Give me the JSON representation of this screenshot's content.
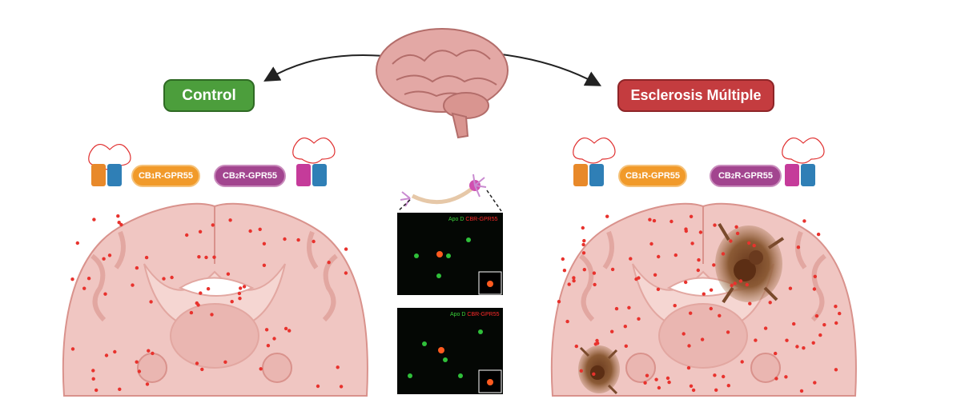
{
  "conditions": {
    "left": "Control",
    "right": "Esclerosis Múltiple"
  },
  "receptors": {
    "cb1_prefix": "CB",
    "cb1_sub": "1",
    "cb1_suffix": "R-GPR55",
    "cb2_prefix": "CB",
    "cb2_sub": "2",
    "cb2_suffix": "R-GPR55"
  },
  "micrographs": {
    "top_label_a": "Apo D",
    "top_label_b": "CB",
    "top_label_c": "R-GPR55",
    "bottom_label_a": "Apo D",
    "bottom_label_b": "CB",
    "bottom_label_c": "R-GPR55"
  },
  "colors": {
    "control": "#4c9e3c",
    "disease": "#c43c3f",
    "cb1": "#f19a2a",
    "cb2": "#a2458f",
    "tissue": "#f0c6c2",
    "dot": "#e8322d",
    "lesion": "#7a4a2c"
  },
  "icons": [
    "brain-icon",
    "neuron-icon",
    "receptor-dimer-icon",
    "lesion-icon"
  ]
}
